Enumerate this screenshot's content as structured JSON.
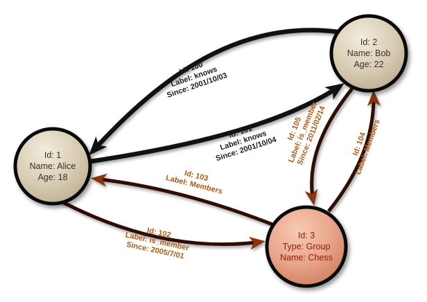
{
  "graph": {
    "nodes": [
      {
        "id": "1",
        "kind": "person",
        "lines": [
          "Id: 1",
          "Name: Alice",
          "Age: 18"
        ]
      },
      {
        "id": "2",
        "kind": "person",
        "lines": [
          "Id: 2",
          "Name: Bob",
          "Age: 22"
        ]
      },
      {
        "id": "3",
        "kind": "group",
        "lines": [
          "Id: 3",
          "Type: Group",
          "Name: Chess"
        ]
      }
    ],
    "edges": [
      {
        "id": "100",
        "kind": "knows",
        "from": "1",
        "to": "2",
        "lines": [
          "Id: 100",
          "Label: knows",
          "Since: 2001/10/03"
        ]
      },
      {
        "id": "101",
        "kind": "knows",
        "from": "1",
        "to": "2",
        "lines": [
          "Id: 101",
          "Label: knows",
          "Since: 2001/10/04"
        ]
      },
      {
        "id": "102",
        "kind": "member",
        "from": "1",
        "to": "3",
        "lines": [
          "Id: 102",
          "Label: is_member",
          "Since: 2005/7/01"
        ]
      },
      {
        "id": "103",
        "kind": "member",
        "from": "3",
        "to": "1",
        "lines": [
          "Id: 103",
          "Label: Members"
        ]
      },
      {
        "id": "104",
        "kind": "member",
        "from": "3",
        "to": "2",
        "lines": [
          "Id: 104",
          "Label: Members"
        ]
      },
      {
        "id": "105",
        "kind": "member",
        "from": "2",
        "to": "3",
        "lines": [
          "Id: 105",
          "Label: is_member",
          "Since: 2011/02/14"
        ]
      }
    ]
  },
  "colors": {
    "knows_edge": "#111111",
    "knows_label": "#1c1c1c",
    "member_edge": "#2e0e04",
    "member_arrow": "#8a3510",
    "member_label": "#b05a14",
    "person_fill": "#d9cdb4",
    "group_fill": "#e8a58b",
    "group_text": "#8c2008",
    "node_border": "#0a0a0a"
  }
}
